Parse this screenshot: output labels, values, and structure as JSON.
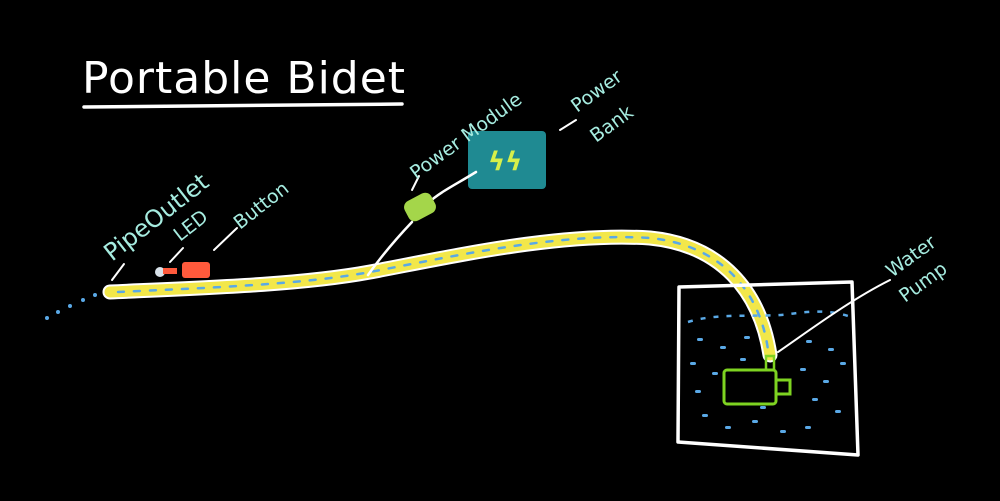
{
  "title": "Portable Bidet",
  "labels": {
    "pipe_outlet": "PipeOutlet",
    "led": "LED",
    "button": "Button",
    "power_module": "Power Module",
    "power_bank_line1": "Power",
    "power_bank_line2": "Bank",
    "water_pump_line1": "Water",
    "water_pump_line2": "Pump"
  },
  "icons": {
    "power_bank_symbol": "ϟϟ"
  },
  "colors": {
    "background": "#000000",
    "text": "#a6ece0",
    "title": "#ffffff",
    "tube": "#f2e74a",
    "water_dots": "#5aa9e6",
    "power_bank": "#1f8a92",
    "power_module": "#a4d64a",
    "pump": "#7ed321",
    "button": "#ff5a3c",
    "led": "#d8e2ea",
    "lines": "#ffffff"
  }
}
